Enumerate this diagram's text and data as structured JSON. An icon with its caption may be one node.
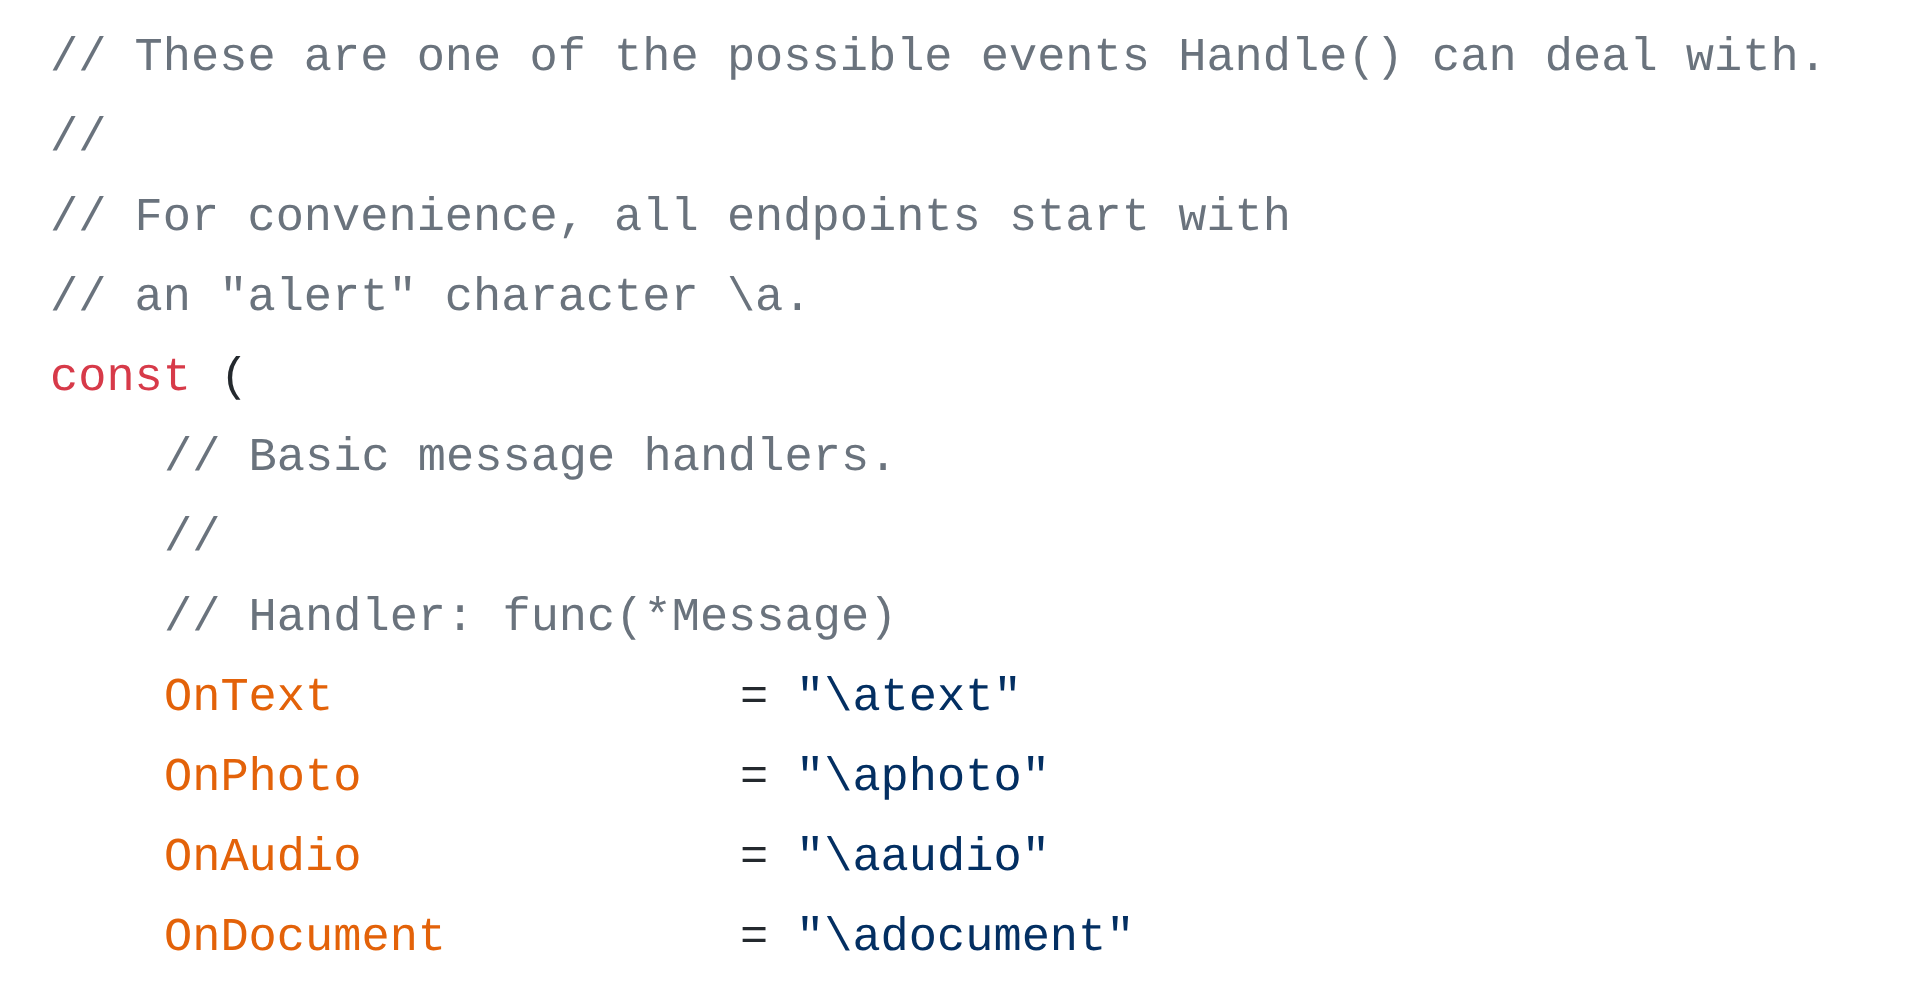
{
  "diagram": {
    "labels": [
      "// These are one of the possible events Handle() can deal with.",
      "//",
      "// For convenience, all endpoints start with",
      "// an \"alert\" character \\a.",
      "const",
      "(",
      "// Basic message handlers.",
      "//",
      "// Handler: func(*Message)",
      "OnText",
      "=",
      "\"\\atext\"",
      "OnPhoto",
      "=",
      "\"\\aphoto\"",
      "OnAudio",
      "=",
      "\"\\aaudio\"",
      "OnDocument",
      "=",
      "\"\\adocument\""
    ]
  }
}
